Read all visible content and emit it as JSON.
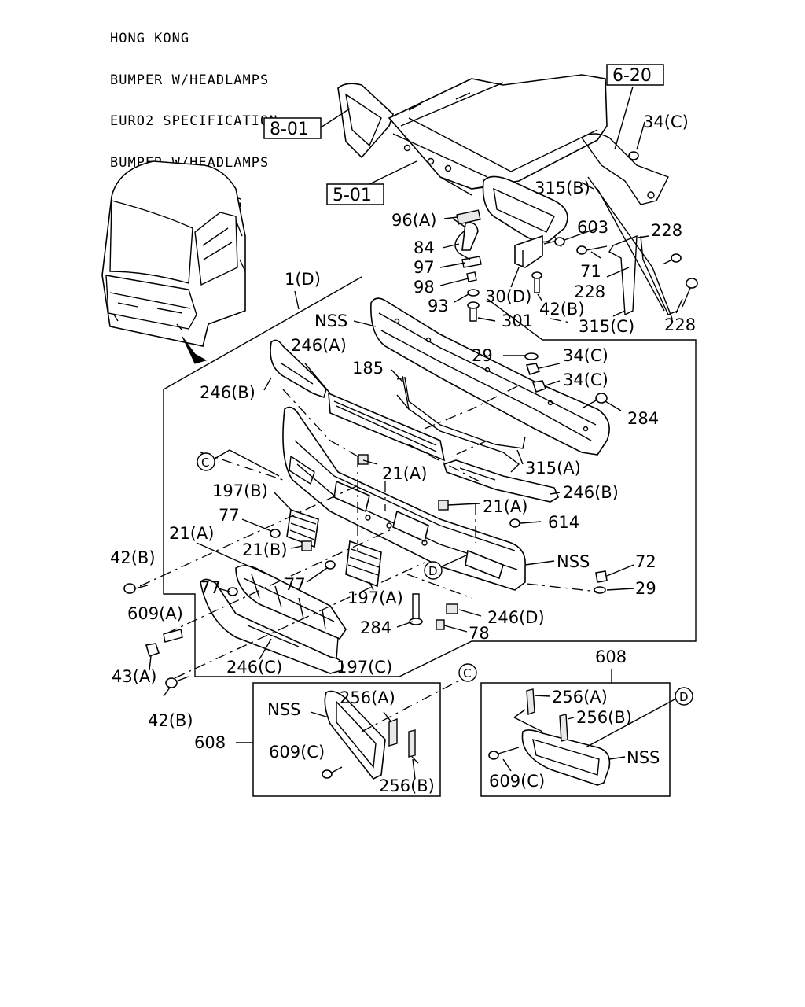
{
  "header": {
    "lines": [
      "HONG KONG",
      "BUMPER W/HEADLAMPS",
      "EURO2 SPECIFICATION,",
      "BUMPER W/HEADLAMPS",
      "  EXC.HONG KONG"
    ]
  },
  "ref_boxes": {
    "r620": "6-20",
    "r801": "8-01",
    "r501": "5-01"
  },
  "labels": {
    "l34c_top": "34(C)",
    "l315b_top": "315(B)",
    "l228_a": "228",
    "l96a": "96(A)",
    "l603": "603",
    "l84": "84",
    "l97": "97",
    "l71": "71",
    "l98": "98",
    "l228_b": "228",
    "l93": "93",
    "l30d": "30(D)",
    "l42b_top": "42(B)",
    "l301": "301",
    "l315c": "315(C)",
    "l228_c": "228",
    "l1d": "1(D)",
    "lnss_top": "NSS",
    "l246a": "246(A)",
    "l29_top": "29",
    "l34c_m1": "34(C)",
    "l185": "185",
    "l34c_m2": "34(C)",
    "l246b_left": "246(B)",
    "l284_right": "284",
    "l21a_1": "21(A)",
    "l315a": "315(A)",
    "l197b": "197(B)",
    "l246b_right": "246(B)",
    "l21a_2": "21(A)",
    "l77_a": "77",
    "l614": "614",
    "l21a_left": "21(A)",
    "l21b": "21(B)",
    "lnss_mid": "NSS",
    "l42b_left": "42(B)",
    "l72": "72",
    "l77_b": "77",
    "l77_c": "77",
    "l29_mid": "29",
    "l197a": "197(A)",
    "l609a": "609(A)",
    "l246d": "246(D)",
    "l284_bottom": "284",
    "l78": "78",
    "l43a": "43(A)",
    "l246c": "246(C)",
    "l197c": "197(C)",
    "l608_right": "608",
    "l42b_bottom": "42(B)",
    "lnss_inset_left": "NSS",
    "l256a_left": "256(A)",
    "l256a_right": "256(A)",
    "l256b_right": "256(B)",
    "l608_left": "608",
    "l609c_left": "609(C)",
    "lnss_inset_right": "NSS",
    "l256b_left": "256(B)",
    "l609c_right": "609(C)"
  },
  "callouts": {
    "c_main": "C",
    "d_main": "D",
    "c_inset": "C",
    "d_inset": "D"
  }
}
